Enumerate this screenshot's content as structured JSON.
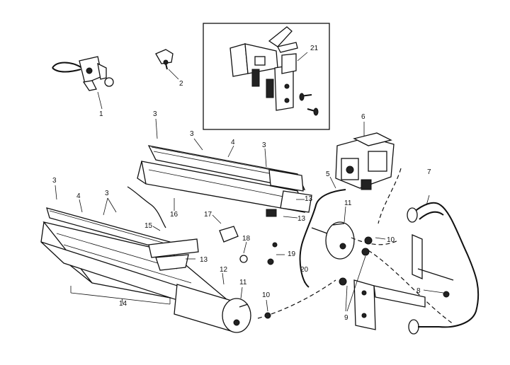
{
  "callouts": {
    "c1": "1",
    "c2": "2",
    "c3a": "3",
    "c3b": "3",
    "c3c": "3",
    "c3d": "3",
    "c3e": "3",
    "c4a": "4",
    "c4b": "4",
    "c5": "5",
    "c6": "6",
    "c7": "7",
    "c8": "8",
    "c9": "9",
    "c10a": "10",
    "c10b": "10",
    "c11a": "11",
    "c11b": "11",
    "c12": "12",
    "c13a": "13",
    "c13b": "13",
    "c13c": "13",
    "c14": "14",
    "c15": "15",
    "c16": "16",
    "c17": "17",
    "c18": "18",
    "c19": "19",
    "c20": "20",
    "c21": "21"
  },
  "icons": {
    "shutoff_valve": "valve-icon",
    "screw": "screw-icon",
    "pilot_assembly": "pilot-assembly-icon",
    "gas_valve": "gas-valve-icon"
  }
}
